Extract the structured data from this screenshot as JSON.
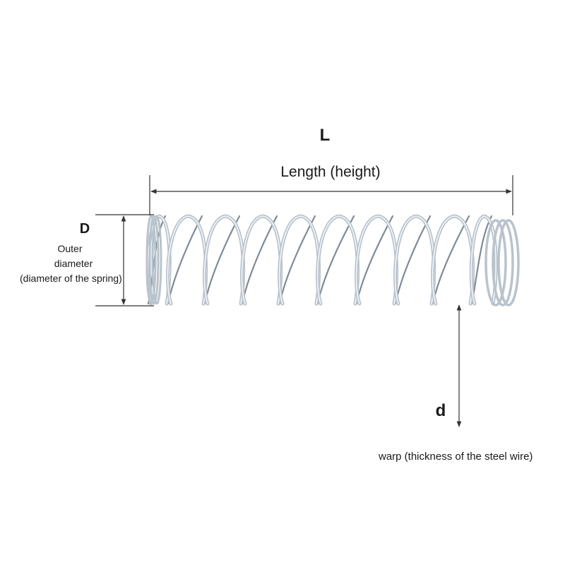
{
  "labels": {
    "L": "L",
    "length": "Length (height)",
    "D": "D",
    "outer_line1": "Outer",
    "outer_line2": "diameter",
    "outer_line3": "(diameter of the spring)",
    "d": "d",
    "warp": "warp (thickness of the steel wire)"
  },
  "colors": {
    "dimension_line": "#333333",
    "spring_wire": "#b9c3cc",
    "spring_highlight": "#f4f7fa",
    "spring_shadow": "#7f8a95",
    "text": "#1a1a1a"
  }
}
